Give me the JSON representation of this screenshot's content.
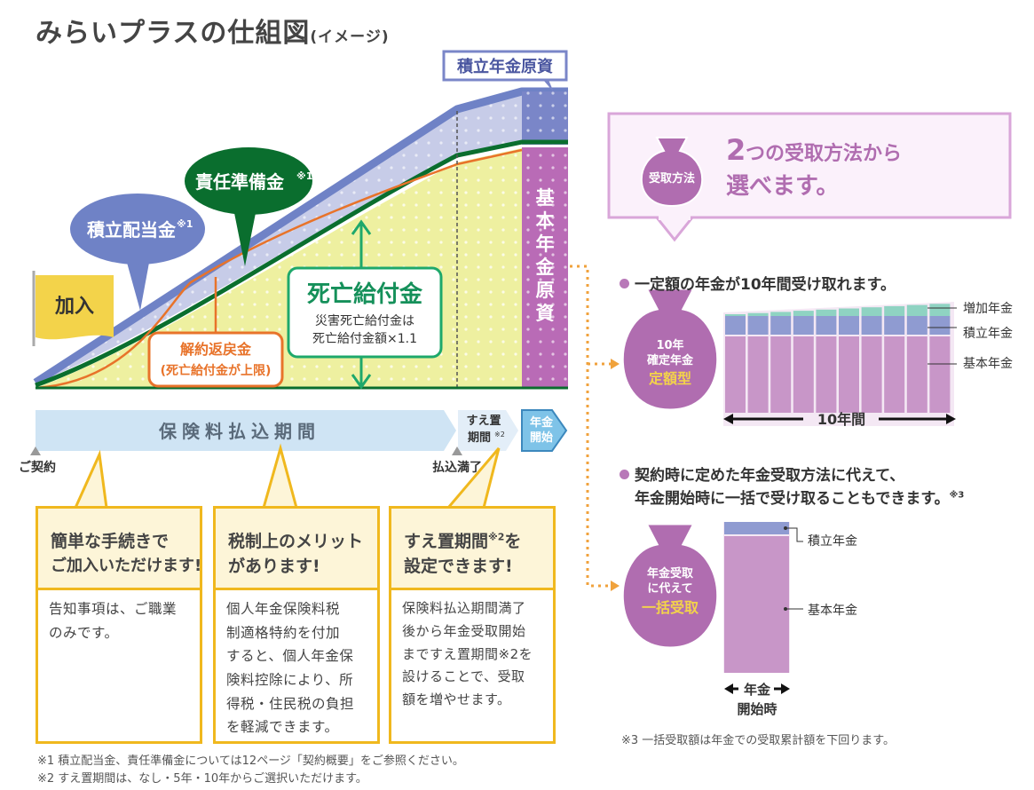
{
  "title": {
    "main": "みらいプラスの仕組図",
    "sub": "(イメージ)"
  },
  "chart": {
    "badge_reserve": "積立年金原資",
    "bubble_dividend": "積立配当金",
    "bubble_dividend_note": "※1",
    "bubble_liability": "責任準備金",
    "bubble_liability_note": "※1",
    "flag": "加入",
    "death": {
      "title": "死亡給付金",
      "line1": "災害死亡給付金は",
      "line2": "死亡給付金額×1.1"
    },
    "surrender": {
      "line1": "解約返戻金",
      "line2": "(死亡給付金が上限)"
    },
    "base_reserve": [
      "基",
      "本",
      "年",
      "金",
      "原",
      "資"
    ],
    "arrow_main": "保険料払込期間",
    "arrow_defer": {
      "line1": "すえ置",
      "line2": "期間",
      "note": "※2"
    },
    "arrow_start": [
      "年金",
      "開始"
    ],
    "label_contract": "ご契約",
    "label_paid": "払込満了"
  },
  "boxes": [
    {
      "head1": "簡単な手続きで",
      "head2": "ご加入いただけます!",
      "body": [
        "告知事項は、ご職業",
        "のみです。"
      ]
    },
    {
      "head1": "税制上のメリット",
      "head2": "があります!",
      "body": [
        "個人年金保険料税",
        "制適格特約を付加",
        "すると、個人年金保",
        "険料控除により、所",
        "得税・住民税の負担",
        "を軽減できます。"
      ]
    },
    {
      "head1": "すえ置期間",
      "head1_note": "※2",
      "head1_tail": "を",
      "head2": "設定できます!",
      "body": [
        "保険料払込期間満了",
        "後から年金受取開始",
        "まですえ置期間※2を",
        "設けることで、受取",
        "額を増やせます。"
      ]
    }
  ],
  "footnotes": {
    "n1": "※1 積立配当金、責任準備金については12ページ「契約概要」をご参照ください。",
    "n2": "※2 すえ置期間は、なし・5年・10年からご選択いただけます。",
    "n3": "※3 一括受取額は年金での受取累計額を下回ります。"
  },
  "right": {
    "bag_label": "受取方法",
    "headline": {
      "num": "2",
      "line1": "つの受取方法から",
      "line2": "選べます。"
    },
    "bullet1": "一定額の年金が10年間受け取れます。",
    "bag1": [
      "10年",
      "確定年金",
      "定額型"
    ],
    "legend1": {
      "a": "増加年金",
      "b": "積立年金",
      "c": "基本年金"
    },
    "span_label": "10年間",
    "bullet2": {
      "line1": "契約時に定めた年金受取方法に代えて、",
      "line2": "年金開始時に一括で受け取ることもできます。",
      "note": "※3"
    },
    "bag2": [
      "年金受取",
      "に代えて",
      "一括受取"
    ],
    "legend2": {
      "a": "積立年金",
      "b": "基本年金"
    },
    "start_label": {
      "line1": "年金",
      "line2": "開始時"
    }
  },
  "colors": {
    "purple": "#b06db0",
    "green": "#0a6e2e",
    "orange": "#e8732a",
    "blue": "#6f82c6",
    "yellow": "#f3d34a",
    "teal": "#3eb18f",
    "pink_border": "#d9a6d9"
  }
}
